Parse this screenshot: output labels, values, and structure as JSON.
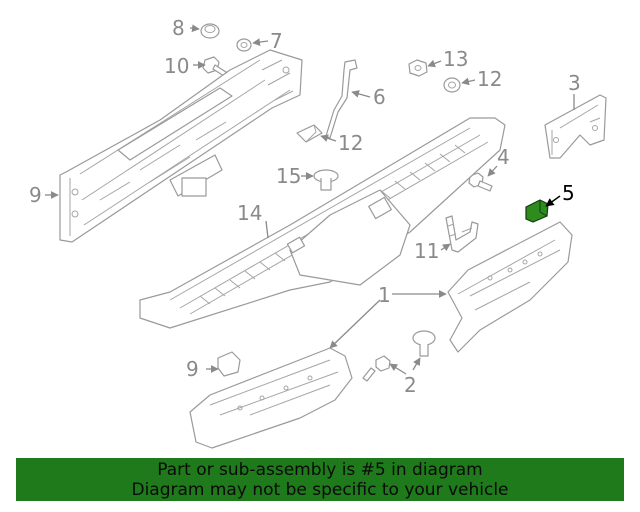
{
  "callouts": {
    "c1": "1",
    "c2": "2",
    "c3": "3",
    "c4": "4",
    "c5": "5",
    "c6": "6",
    "c7": "7",
    "c8": "8",
    "c9a": "9",
    "c9b": "9",
    "c10": "10",
    "c11": "11",
    "c12a": "12",
    "c12b": "12",
    "c13": "13",
    "c14": "14",
    "c15": "15"
  },
  "highlight": {
    "part_number": "5",
    "color": "#2e8b1e"
  },
  "banner": {
    "line1": "Part or sub-assembly is #5 in diagram",
    "line2": "Diagram may not be specific to your vehicle",
    "background": "#1e7a1a"
  }
}
